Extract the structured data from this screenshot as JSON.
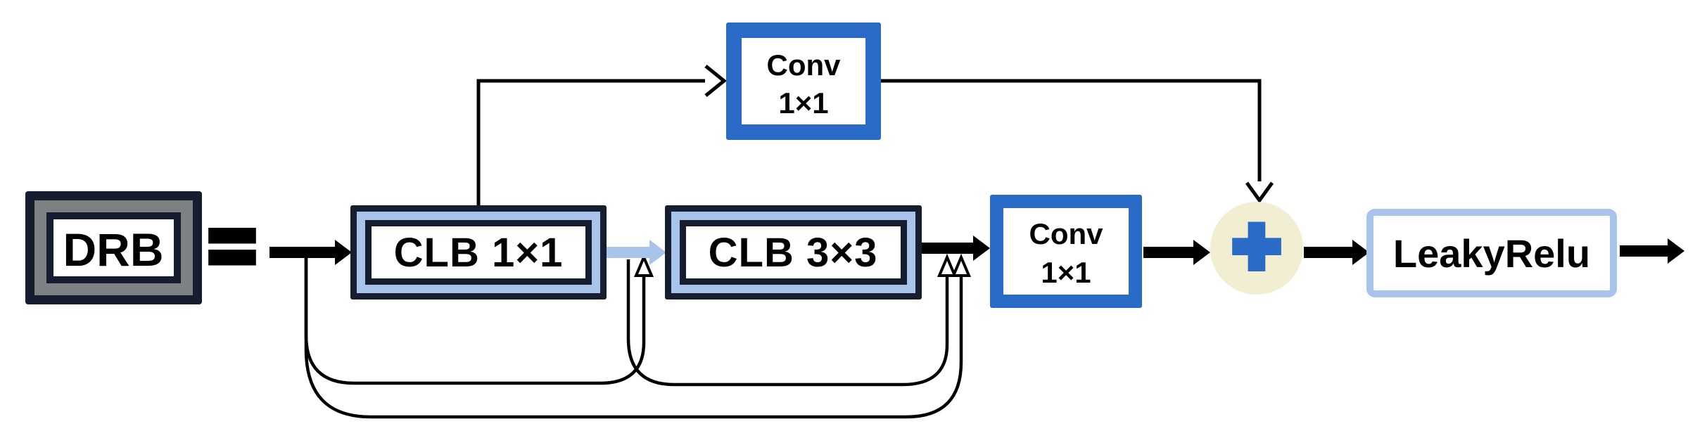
{
  "figure": {
    "type": "neural-network-block-diagram",
    "blocks": {
      "drb": {
        "label": "DRB"
      },
      "clb1": {
        "label": "CLB 1×1"
      },
      "clb3": {
        "label": "CLB 3×3"
      },
      "conv_top": {
        "line1": "Conv",
        "line2": "1×1"
      },
      "conv_out": {
        "line1": "Conv",
        "line2": "1×1"
      },
      "sum": {
        "symbol": "+"
      },
      "leakyrelu": {
        "label": "LeakyRelu"
      }
    },
    "operators": {
      "equals": "="
    },
    "colors": {
      "background": "#ffffff",
      "navy_border": "#161d2e",
      "gray_ring": "#7e8184",
      "light_blue": "#a9c4ea",
      "conv_blue": "#2a6bc8",
      "sum_circle_fill": "#f1eed2",
      "line_black": "#000000",
      "text": "#000000"
    }
  }
}
